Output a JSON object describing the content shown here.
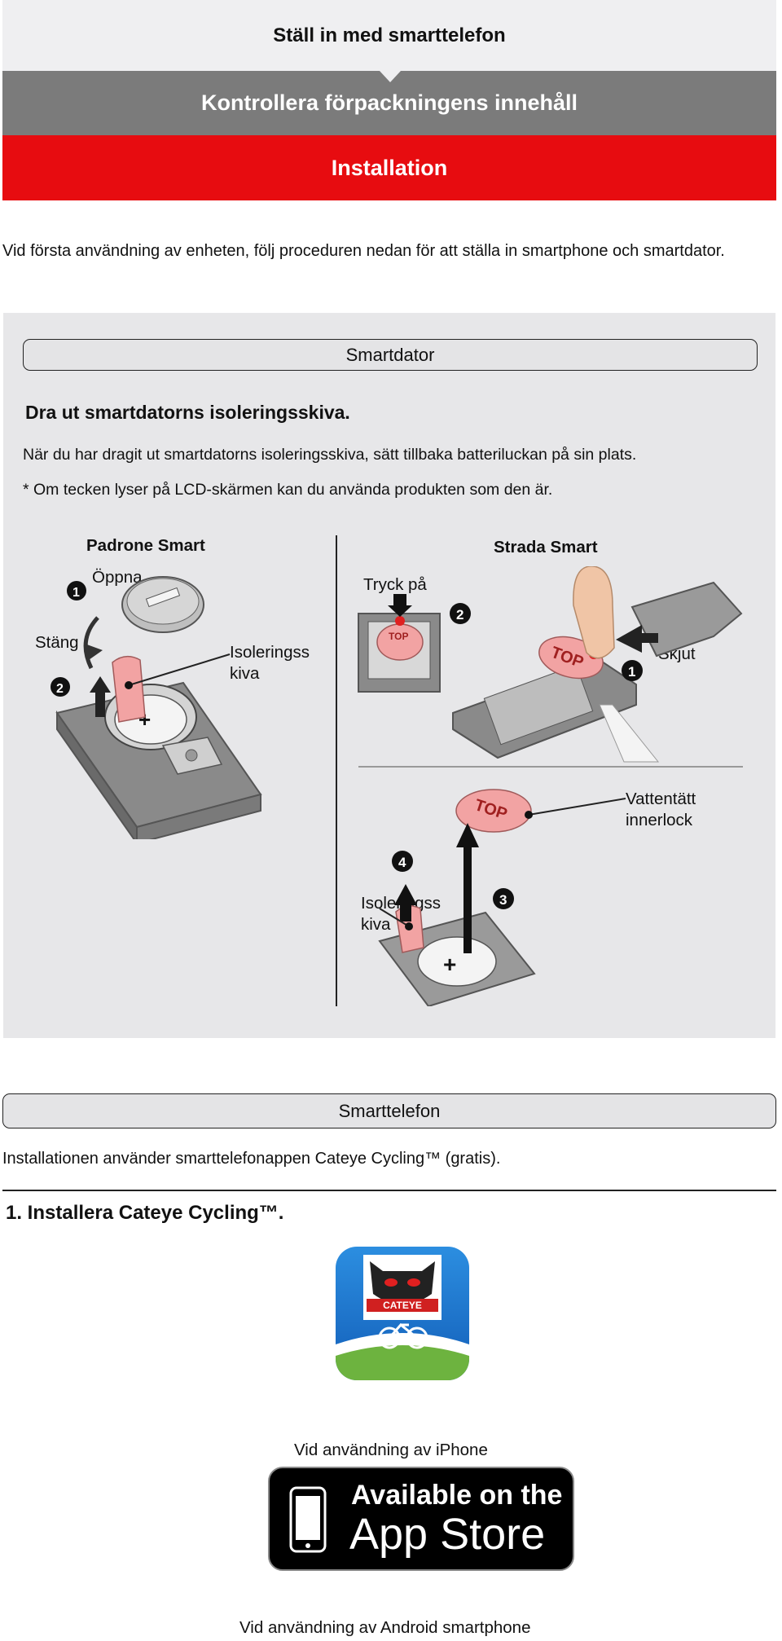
{
  "header": {
    "step1": "Ställ in med smarttelefon",
    "step2": "Kontrollera förpackningens innehåll",
    "step3": "Installation"
  },
  "intro": "Vid första användning av enheten, följ proceduren nedan för att ställa in smartphone och smartdator.",
  "computer": {
    "tab": "Smartdator",
    "heading": "Dra ut smartdatorns isoleringsskiva.",
    "body": "När du har dragit ut smartdatorns isoleringsskiva, sätt tillbaka batteriluckan på sin plats.",
    "note": "* Om tecken lyser på LCD-skärmen kan du använda produkten som den är.",
    "padrone": {
      "title": "Padrone Smart",
      "open": "Öppna",
      "close": "Stäng",
      "sheet": "Isoleringss kiva"
    },
    "strada": {
      "title": "Strada Smart",
      "press": "Tryck på",
      "slide": "Skjut",
      "lid": "Vattentätt innerlock",
      "sheet": "Isoleringss kiva",
      "top": "TOP"
    }
  },
  "phone": {
    "tab": "Smarttelefon",
    "intro": "Installationen använder smarttelefonappen Cateye Cycling™ (gratis).",
    "step1": "1. Installera Cateye Cycling™.",
    "app_brand": "CATEYE",
    "iphone_label": "Vid användning av iPhone",
    "appstore_line1": "Available on the",
    "appstore_line2": "App Store",
    "android_label": "Vid användning av Android smartphone"
  },
  "colors": {
    "accent_red": "#e70c10",
    "mid_gray": "#7b7b7b",
    "light_gray": "#efeff1"
  }
}
